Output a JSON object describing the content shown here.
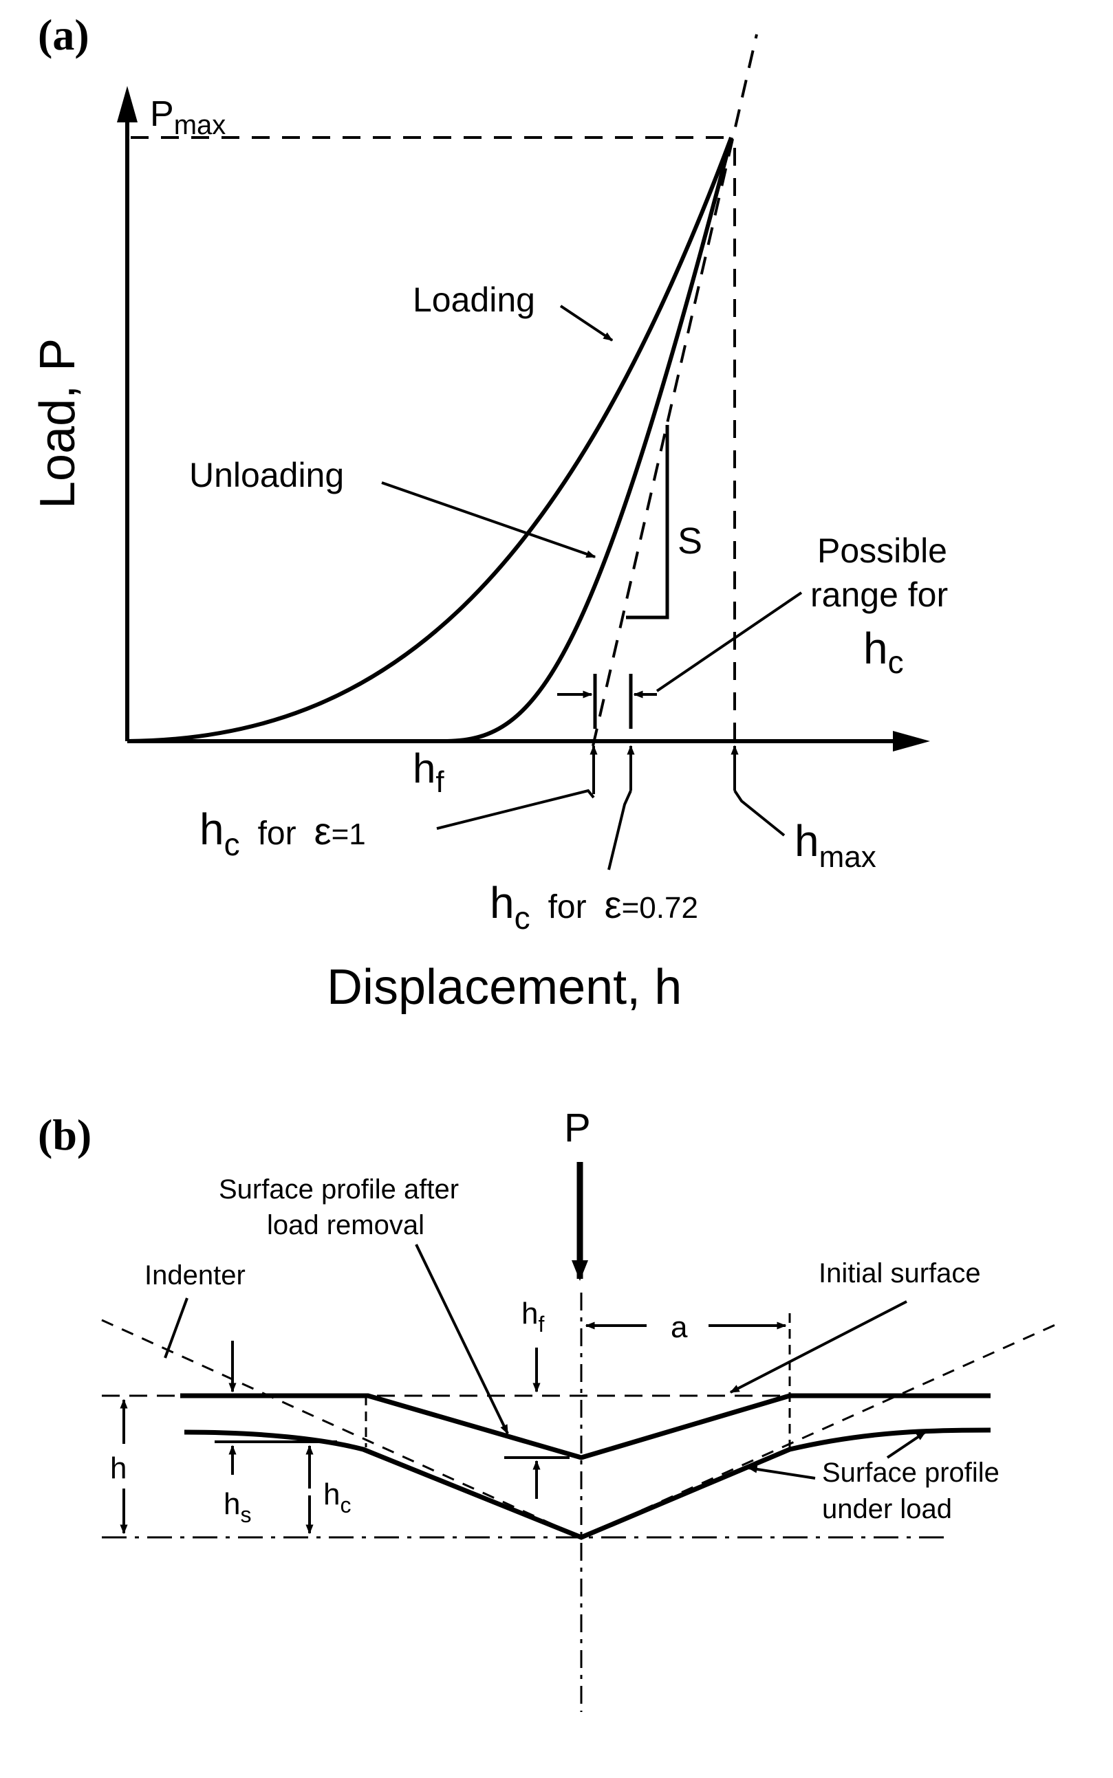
{
  "panel_a": {
    "label": "(a)",
    "y_axis_label": "Load, P",
    "x_axis_label": "Displacement, h",
    "pmax": {
      "main": "P",
      "sub": "max"
    },
    "loading_label": "Loading",
    "unloading_label": "Unloading",
    "stiffness_label": "S",
    "possible_range": {
      "line1": "Possible",
      "line2": "range for",
      "main": "h",
      "sub": "c"
    },
    "hf": {
      "main": "h",
      "sub": "f"
    },
    "hc_eps1": {
      "main": "h",
      "sub": "c",
      "for": "for",
      "eps": "ε",
      "value": "=1"
    },
    "hc_eps072": {
      "main": "h",
      "sub": "c",
      "for": "for",
      "eps": "ε",
      "value": "=0.72"
    },
    "hmax": {
      "main": "h",
      "sub": "max"
    }
  },
  "panel_b": {
    "label": "(b)",
    "load_label": "P",
    "surface_after_label": {
      "line1": "Surface profile after",
      "line2": "load removal"
    },
    "indenter_label": "Indenter",
    "initial_surface_label": "Initial surface",
    "hf": {
      "main": "h",
      "sub": "f"
    },
    "a_label": "a",
    "h_label": "h",
    "hs": {
      "main": "h",
      "sub": "s"
    },
    "hc": {
      "main": "h",
      "sub": "c"
    },
    "surface_under_label": {
      "line1": "Surface profile",
      "line2": "under load"
    }
  }
}
